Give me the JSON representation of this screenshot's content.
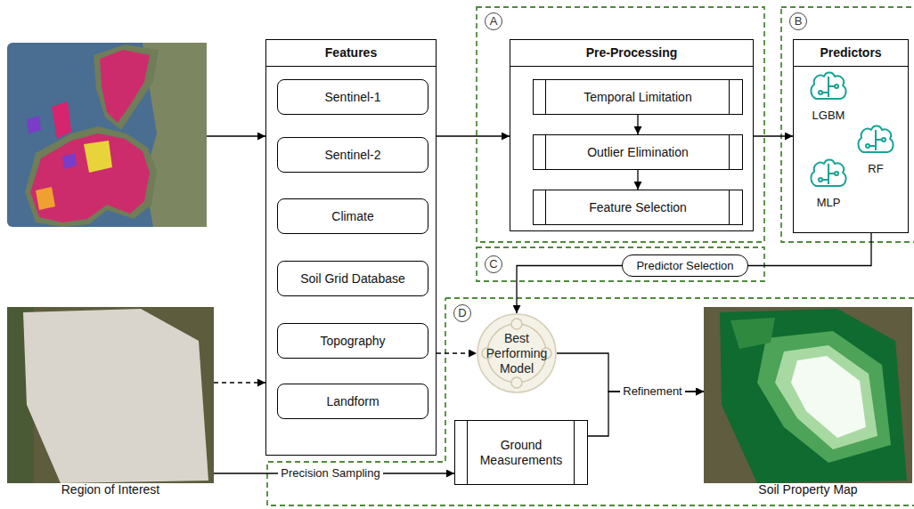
{
  "diagram": {
    "nodes": [
      {
        "text": [
          "Features"
        ]
      },
      {
        "text": [
          "Sentinel-1"
        ],
        "in": 0
      },
      {
        "text": [
          "Sentinel-2"
        ],
        "in": 0
      },
      {
        "text": [
          "Climate"
        ],
        "in": 0
      },
      {
        "text": [
          "Soil Grid Database"
        ],
        "in": 0
      },
      {
        "text": [
          "Topography"
        ],
        "in": 0
      },
      {
        "text": [
          "Landform"
        ],
        "in": 0
      },
      {
        "text": [
          "Pre-Processing"
        ]
      },
      {
        "text": [
          "Temporal Limitation"
        ],
        "in": 7
      },
      {
        "text": [
          "Outlier Elimination"
        ],
        "in": 7
      },
      {
        "text": [
          "Feature Selection"
        ],
        "in": 7
      },
      {
        "text": [
          "Predictors"
        ]
      },
      {
        "text": [
          "Predictor Selection"
        ]
      },
      {
        "text": [
          "Best Performing Model"
        ]
      },
      {
        "text": [
          "Ground Measurements"
        ]
      },
      {
        "text": [
          "Region of Interest"
        ]
      },
      {
        "text": [
          "Soil Property Map"
        ]
      }
    ],
    "edges": [
      {
        "from": 15,
        "to": 0,
        "arrow": "to"
      },
      {
        "from": 0,
        "to": 7,
        "arrow": "to"
      },
      {
        "from": 7,
        "to": 11,
        "arrow": "to"
      },
      {
        "from": 8,
        "to": 9,
        "arrow": "to"
      },
      {
        "from": 9,
        "to": 10,
        "arrow": "to"
      },
      {
        "from": 11,
        "to": 12,
        "arrow": "none"
      },
      {
        "from": 12,
        "to": 13,
        "arrow": "to"
      },
      {
        "from": 0,
        "to": 13,
        "arrow": "to"
      },
      {
        "from": 15,
        "to": 14,
        "label": "Precision Sampling",
        "arrow": "to"
      },
      {
        "from": 13,
        "to": 16,
        "label": "Refinement",
        "arrow": "to"
      },
      {
        "from": 14,
        "to": 16,
        "arrow": "to"
      }
    ],
    "labels": [
      "A",
      "B",
      "C",
      "D",
      "LGBM",
      "RF",
      "MLP"
    ]
  }
}
